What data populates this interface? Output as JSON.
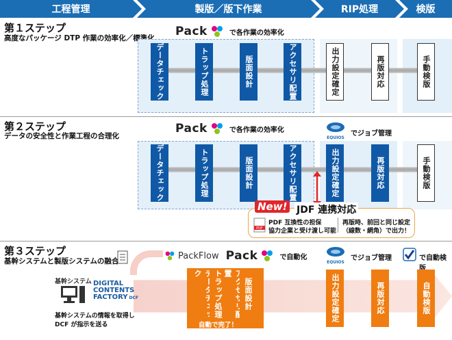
{
  "header": {
    "col1": "工程管理",
    "col2": "製版／版下作業",
    "col3": "RIP処理",
    "col4": "検版"
  },
  "colors": {
    "header_blue": "#1b6db4",
    "process_blue": "#1059a6",
    "orange": "#ef7d11",
    "light_bg": "#e3eff9",
    "new_red": "#e0262b"
  },
  "step1": {
    "title": "第１ステップ",
    "subtitle": "高度なパッケージ DTP 作業の効率化／標準化",
    "pack_caption": "で各作業の効率化",
    "boxes": [
      "データチェック",
      "トラップ処理",
      "版面設計",
      "アクセサリ配置"
    ],
    "rip_boxes": [
      "出力設定確定",
      "再版対応"
    ],
    "inspection_box": "手動検版"
  },
  "step2": {
    "title": "第２ステップ",
    "subtitle": "データの安全性と作業工程の合理化",
    "pack_caption": "で各作業の効率化",
    "equios_caption": "でジョブ管理",
    "boxes": [
      "データチェック",
      "トラップ処理",
      "版面設計",
      "アクセサリ配置"
    ],
    "rip_boxes": [
      "出力設定確定",
      "再版対応"
    ],
    "inspection_box": "手動検版",
    "callout": {
      "new_label": "New!",
      "title": "JDF 連携対応",
      "left_line1": "PDF 互換性の担保",
      "left_line2": "協力企業と受け渡し可能",
      "right_line1": "再版時、前回と同じ設定",
      "right_line2": "（線数・網角）で出力！"
    }
  },
  "step3": {
    "title": "第３ステップ",
    "subtitle": "基幹システムと製版システムの融合",
    "packflow_label": "PackFlow",
    "pack_caption": "で自動化",
    "equios_caption": "でジョブ管理",
    "auto_caption": "で自動検版",
    "kikan_label": "基幹システム",
    "dcf_lines": [
      "DIGITAL",
      "CONTENTS",
      "FACTORY"
    ],
    "desc_line1": "基幹システムの情報を取得し",
    "desc_line2": "DCF が指示を送る",
    "orange_boxes": [
      "データチェック",
      "トラップ処理",
      "アクセサリ配置",
      "版面設計"
    ],
    "auto_done": "自動で完了！",
    "rip_boxes": [
      "出力設定確定",
      "再版対応"
    ],
    "inspection_box": "自動検版"
  },
  "logos": {
    "pack": "Pack",
    "equios": "EQUIOS",
    "dcf_suffix": "DCF"
  },
  "icons": {
    "pack": "pack-logo-icon",
    "equios": "equios-logo-icon",
    "check": "checkmark-icon",
    "pc": "computer-icon",
    "doc": "document-icon",
    "pdf": "pdf-icon"
  }
}
